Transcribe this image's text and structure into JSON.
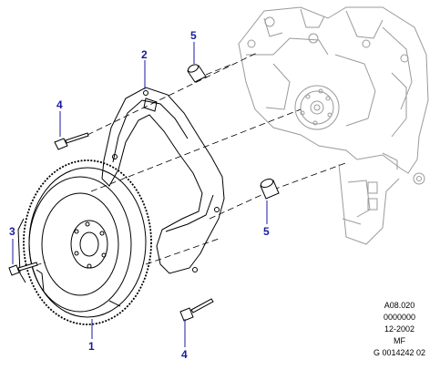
{
  "callouts": [
    {
      "id": "flywheel",
      "number": "1"
    },
    {
      "id": "engine-rear-plate",
      "number": "2"
    },
    {
      "id": "flywheel-bolt",
      "number": "3"
    },
    {
      "id": "plate-bolt-upper",
      "number": "4"
    },
    {
      "id": "plate-bolt-lower",
      "number": "4"
    },
    {
      "id": "dowel-upper",
      "number": "5"
    },
    {
      "id": "dowel-lower",
      "number": "5"
    }
  ],
  "reference": {
    "line1": "A08.020",
    "line2": "0000000",
    "line3": "12-2002",
    "line4": "MF",
    "line5": "G 0014242 02"
  },
  "colors": {
    "callout_text": "#1a1aa0",
    "callout_line": "#1a1aa0",
    "part_stroke": "#000000",
    "engine_stroke": "#9a9a9a"
  }
}
